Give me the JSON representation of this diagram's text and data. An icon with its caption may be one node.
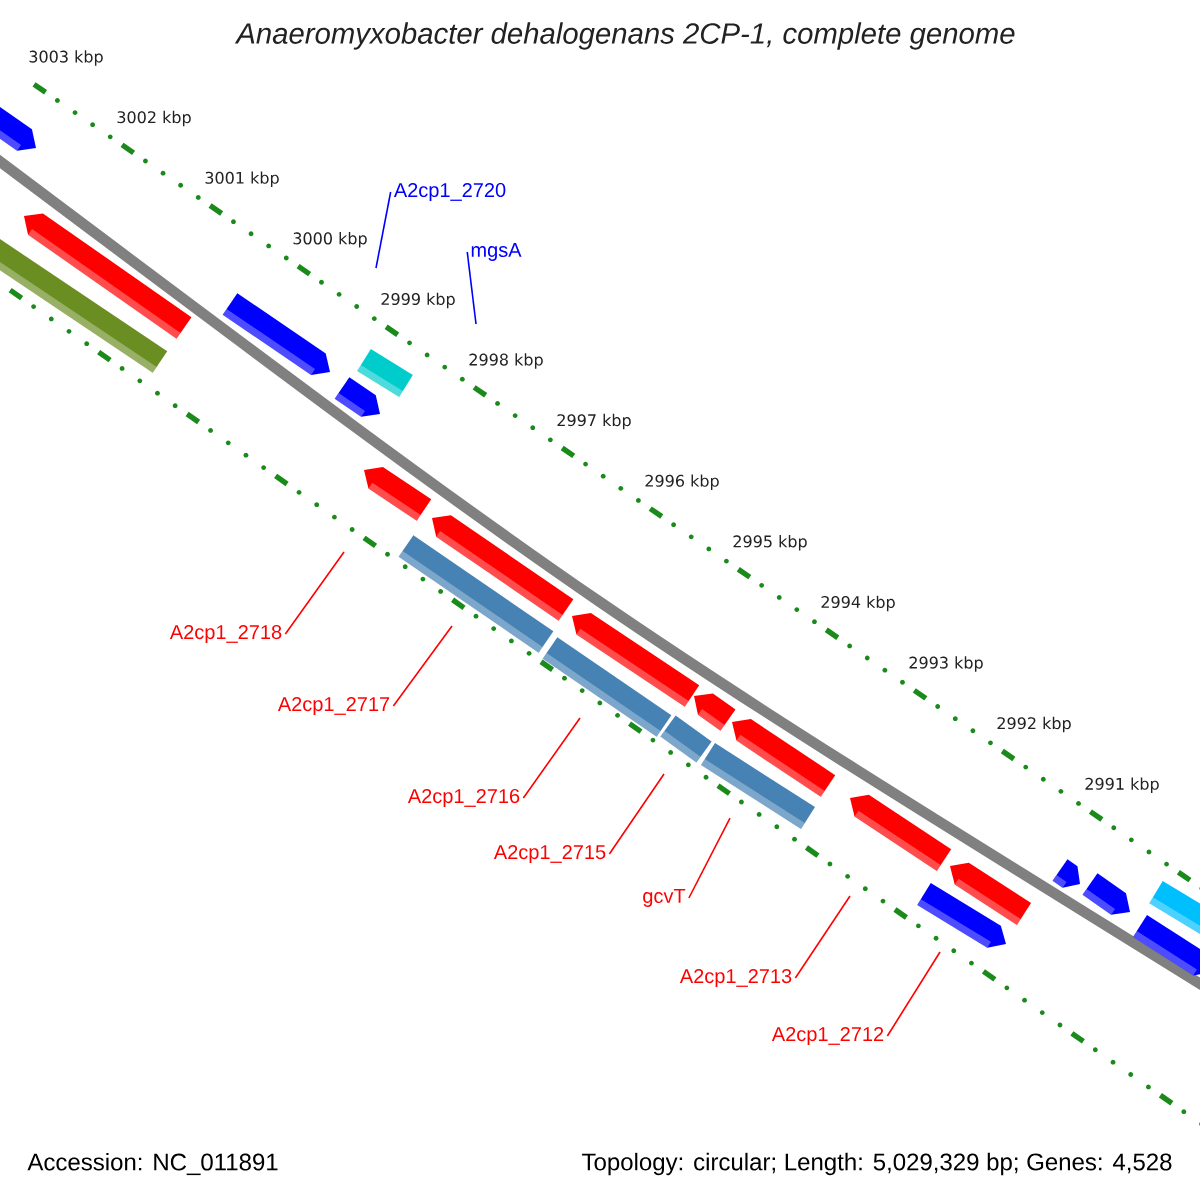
{
  "diagram": {
    "title": "Anaeromyxobacter dehalogenans 2CP-1, complete genome",
    "nodes": [
      {
        "text": [
          "A2cp1_2720"
        ]
      },
      {
        "text": [
          "mgsA"
        ]
      },
      {
        "text": [
          "A2cp1_2718"
        ]
      },
      {
        "text": [
          "A2cp1_2717"
        ]
      },
      {
        "text": [
          "A2cp1_2716"
        ]
      },
      {
        "text": [
          "A2cp1_2715"
        ]
      },
      {
        "text": [
          "gcvT"
        ]
      },
      {
        "text": [
          "A2cp1_2713"
        ]
      },
      {
        "text": [
          "A2cp1_2712"
        ]
      }
    ],
    "edges": [
      {
        "from": 0,
        "to": null,
        "arrow": "none",
        "color": "#0000ff"
      },
      {
        "from": 1,
        "to": null,
        "arrow": "none",
        "color": "#0000ff"
      },
      {
        "from": 2,
        "to": null,
        "arrow": "none"
      },
      {
        "from": 3,
        "to": null,
        "arrow": "none"
      },
      {
        "from": 4,
        "to": null,
        "arrow": "none"
      },
      {
        "from": 5,
        "to": null,
        "arrow": "none"
      },
      {
        "from": 6,
        "to": null,
        "arrow": "none"
      },
      {
        "from": 7,
        "to": null,
        "arrow": "none"
      },
      {
        "from": 8,
        "to": null,
        "arrow": "none"
      }
    ],
    "labels": [
      "3003 kbp",
      "3002 kbp",
      "3001 kbp",
      "3000 kbp",
      "2999 kbp",
      "2998 kbp",
      "2997 kbp",
      "2996 kbp",
      "2995 kbp",
      "2994 kbp",
      "2993 kbp",
      "2992 kbp",
      "2991 kbp",
      "Accession: NC_011891",
      "Topology: circular; Length: 5,029,329 bp; Genes: 4,528"
    ]
  }
}
